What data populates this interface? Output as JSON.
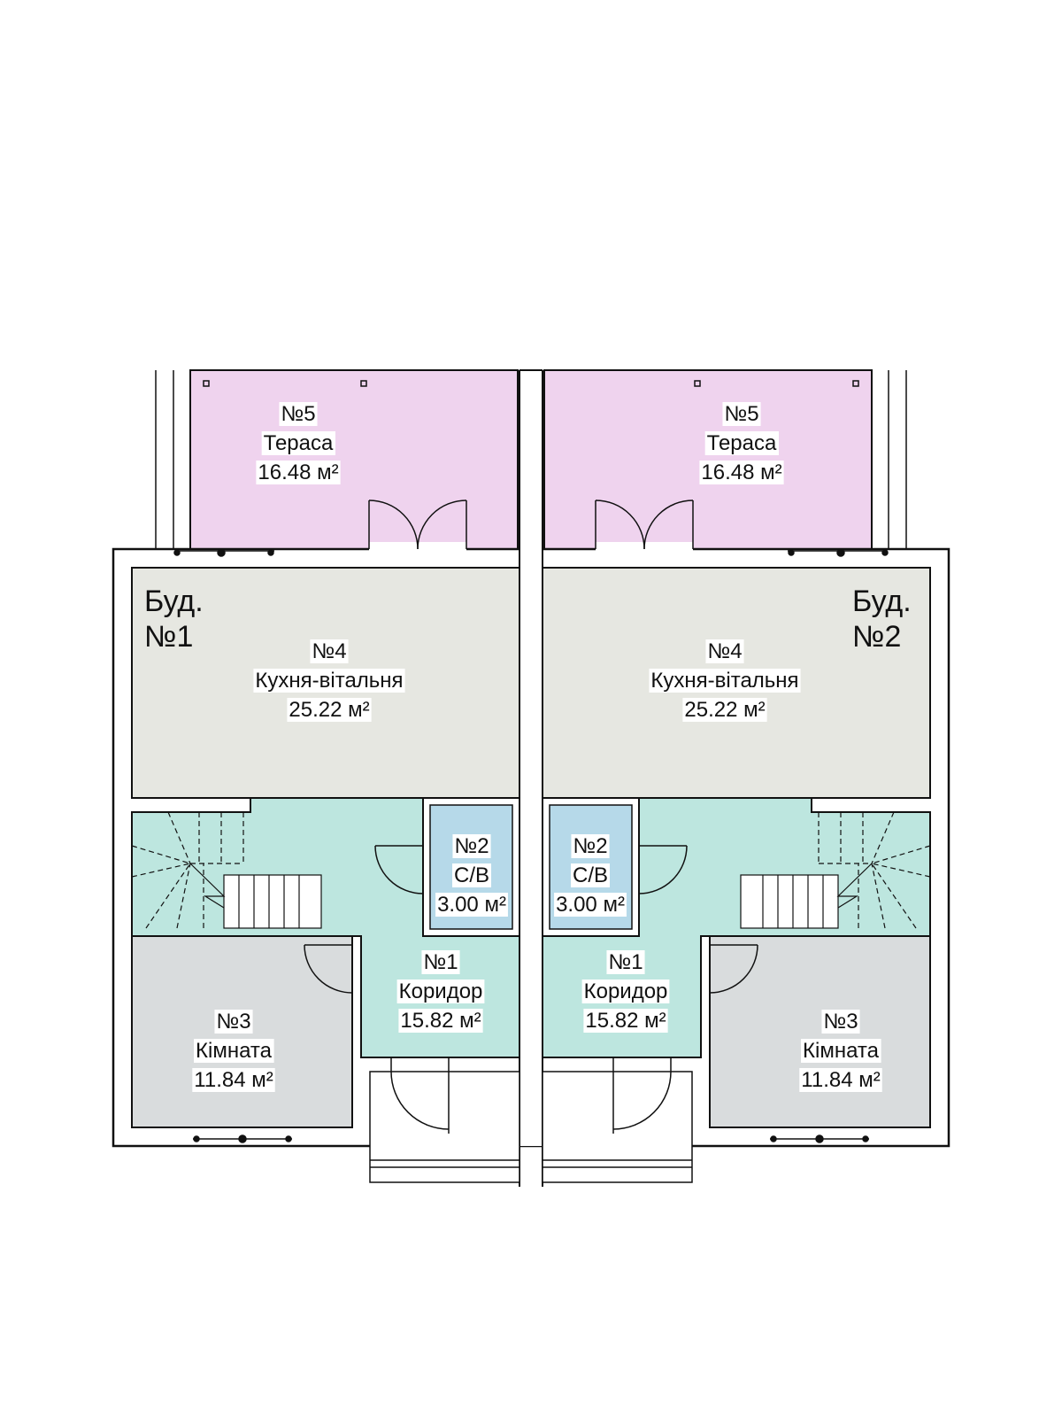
{
  "colors": {
    "terrace": "#efd3ee",
    "kitchen": "#e6e7e1",
    "corridor": "#bde6df",
    "bathroom": "#b6d9e9",
    "room": "#d9dcdd",
    "wall": "#111111"
  },
  "building_1": {
    "label_line1": "Буд.",
    "label_line2": "№1",
    "terrace": {
      "number": "№5",
      "name": "Тераса",
      "area": "16.48 м²"
    },
    "kitchen": {
      "number": "№4",
      "name": "Кухня-вітальня",
      "area": "25.22 м²"
    },
    "bathroom": {
      "number": "№2",
      "name": "С/В",
      "area": "3.00 м²"
    },
    "corridor": {
      "number": "№1",
      "name": "Коридор",
      "area": "15.82 м²"
    },
    "room": {
      "number": "№3",
      "name": "Кімната",
      "area": "11.84 м²"
    }
  },
  "building_2": {
    "label_line1": "Буд.",
    "label_line2": "№2",
    "terrace": {
      "number": "№5",
      "name": "Тераса",
      "area": "16.48 м²"
    },
    "kitchen": {
      "number": "№4",
      "name": "Кухня-вітальня",
      "area": "25.22 м²"
    },
    "bathroom": {
      "number": "№2",
      "name": "С/В",
      "area": "3.00 м²"
    },
    "corridor": {
      "number": "№1",
      "name": "Коридор",
      "area": "15.82 м²"
    },
    "room": {
      "number": "№3",
      "name": "Кімната",
      "area": "11.84 м²"
    }
  }
}
